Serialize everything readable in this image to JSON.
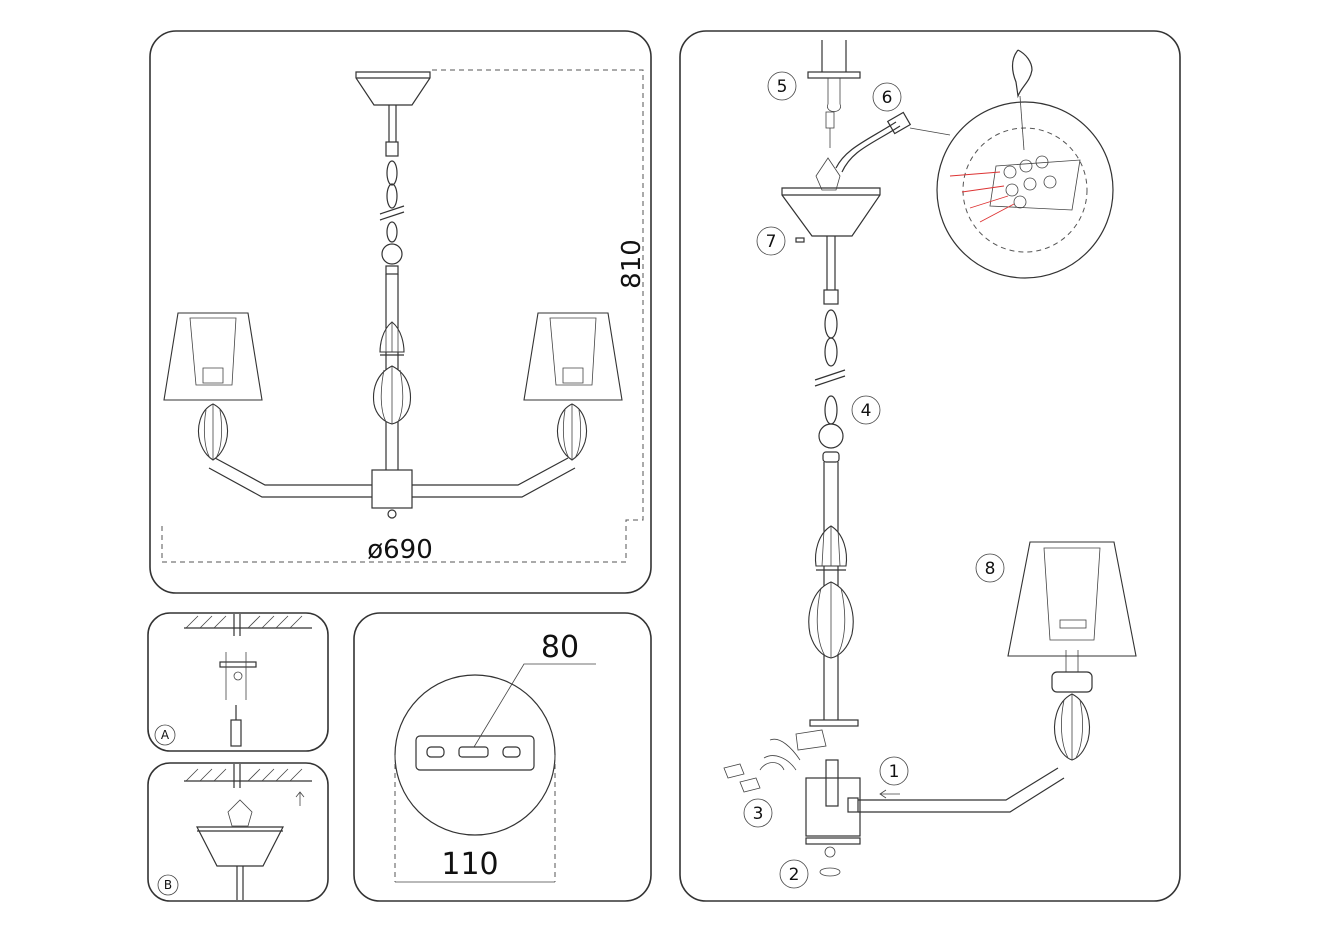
{
  "main_view": {
    "height_label": "810",
    "diameter_label": "ø690"
  },
  "mount_plate": {
    "width_label": "80",
    "diameter_label": "110"
  },
  "install_steps": {
    "ceiling_detail_label": "A",
    "canopy_detail_label": "B"
  },
  "assembly": {
    "step_1": "1",
    "step_2": "2",
    "step_3": "3",
    "step_4": "4",
    "step_5": "5",
    "step_6": "6",
    "step_7": "7",
    "step_8": "8"
  },
  "colors": {
    "line": "#333333",
    "wire_red": "#dd3333"
  }
}
